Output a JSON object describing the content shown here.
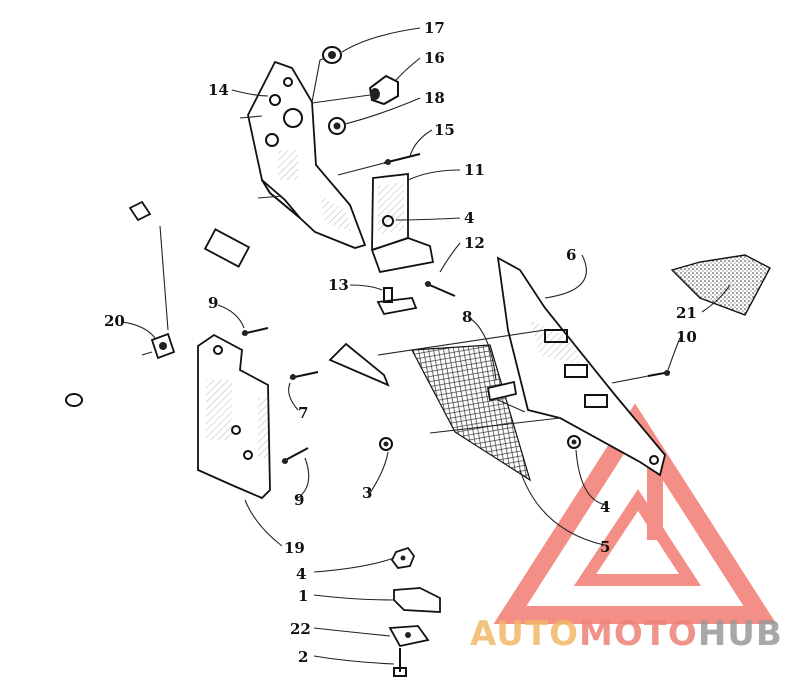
{
  "callouts": [
    "17",
    "16",
    "14",
    "18",
    "15",
    "11",
    "4",
    "12",
    "6",
    "13",
    "21",
    "8",
    "9",
    "20",
    "10",
    "7",
    "3",
    "4",
    "5",
    "9",
    "19",
    "4",
    "1",
    "22",
    "2"
  ],
  "watermark": {
    "part1": "AUTO",
    "part2": "MOTO",
    "part3": "HUB",
    "color1": "#f2b866",
    "color2": "#ee8277",
    "color3": "#9a9a9a",
    "logo_color": "#f06a60"
  }
}
